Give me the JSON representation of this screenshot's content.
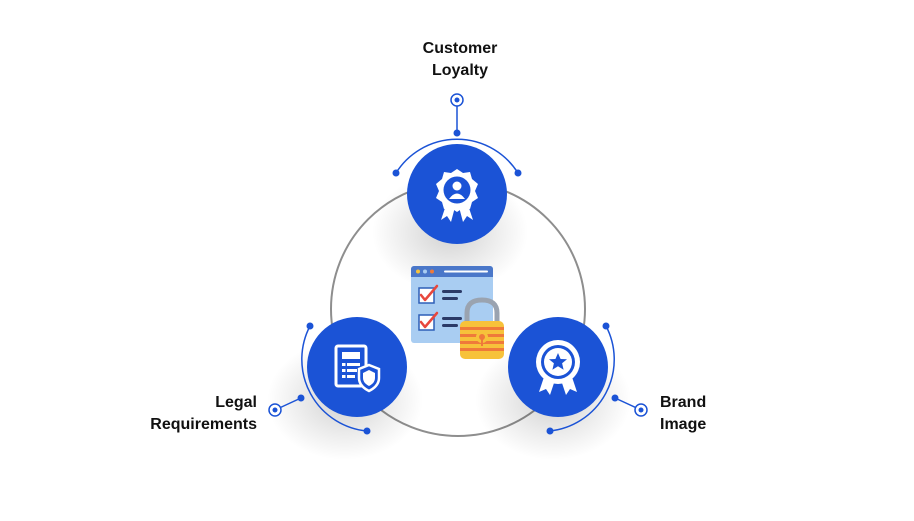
{
  "colors": {
    "primary_blue": "#1b53d6",
    "ring_gray": "#8e8e8e",
    "lock_yellow": "#f7c23a",
    "lock_orange": "#ef7a3a",
    "window_light_blue": "#a9cdf2",
    "window_dark_blue": "#4a77c9",
    "check_red": "#e8473d"
  },
  "nodes": [
    {
      "id": "customer-loyalty",
      "lines": [
        "Customer",
        "Loyalty"
      ],
      "icon": "award-badge-user-icon"
    },
    {
      "id": "legal-requirements",
      "lines": [
        "Legal",
        "Requirements"
      ],
      "icon": "document-shield-icon"
    },
    {
      "id": "brand-image",
      "lines": [
        "Brand",
        "Image"
      ],
      "icon": "award-medal-star-icon"
    }
  ],
  "center": {
    "icon": "checklist-lock-icon"
  }
}
